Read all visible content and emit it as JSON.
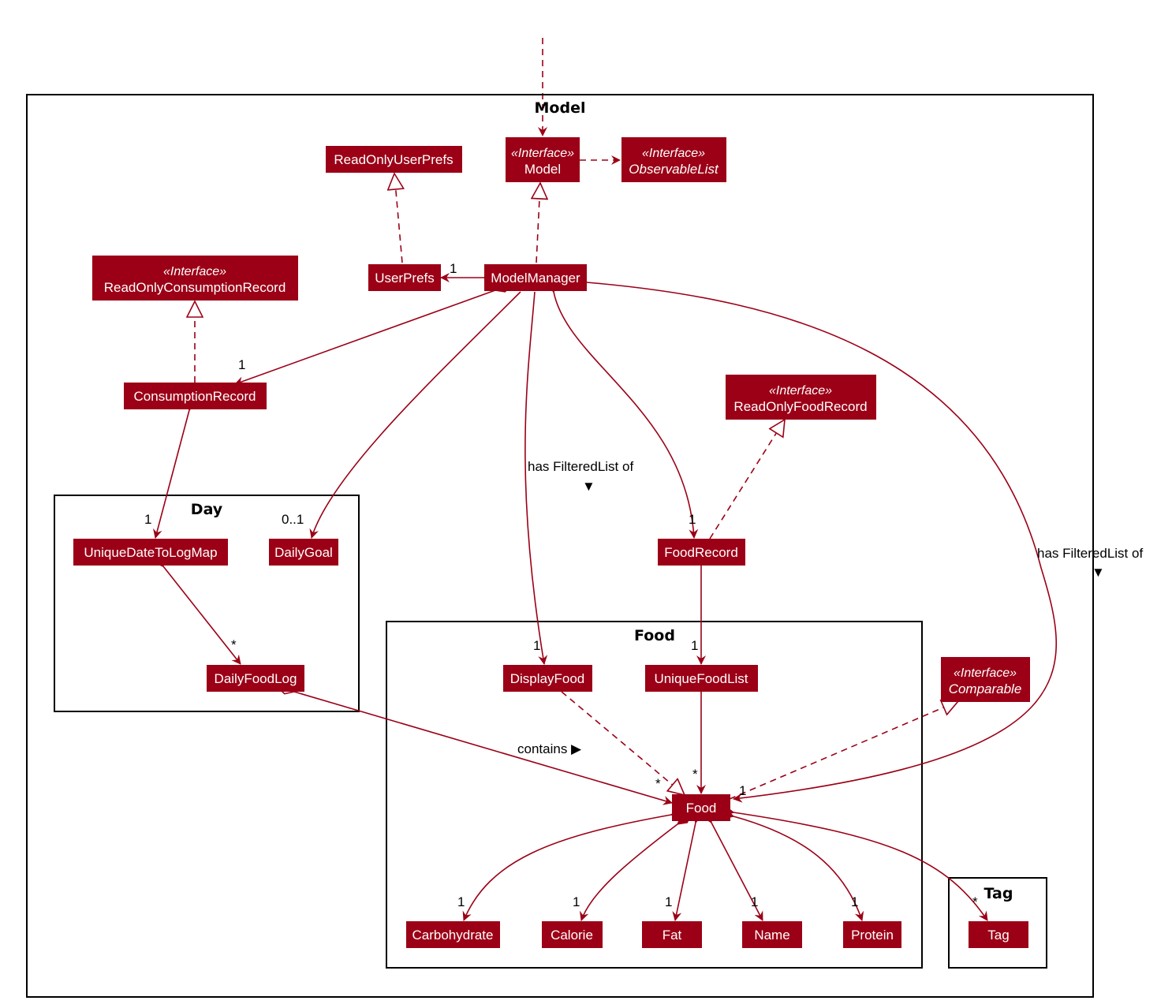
{
  "colors": {
    "class_fill": "#9b0016",
    "line": "#9b0016",
    "text_on_class": "#ffffff",
    "frame": "#000000"
  },
  "packages": {
    "model": "Model",
    "day": "Day",
    "food": "Food",
    "tag": "Tag"
  },
  "stereotype": "«Interface»",
  "classes": {
    "model": "Model",
    "observable_list": "ObservableList",
    "read_only_user_prefs": "ReadOnlyUserPrefs",
    "user_prefs": "UserPrefs",
    "model_manager": "ModelManager",
    "read_only_consumption_record": "ReadOnlyConsumptionRecord",
    "consumption_record": "ConsumptionRecord",
    "read_only_food_record": "ReadOnlyFoodRecord",
    "food_record": "FoodRecord",
    "unique_date_to_log_map": "UniqueDateToLogMap",
    "daily_goal": "DailyGoal",
    "daily_food_log": "DailyFoodLog",
    "display_food": "DisplayFood",
    "unique_food_list": "UniqueFoodList",
    "comparable": "Comparable",
    "food": "Food",
    "carbohydrate": "Carbohydrate",
    "calorie": "Calorie",
    "fat": "Fat",
    "name": "Name",
    "protein": "Protein",
    "tag": "Tag"
  },
  "multiplicities": {
    "user_prefs": "1",
    "consumption_record": "1",
    "unique_date_to_log_map": "1",
    "daily_goal": "0..1",
    "daily_food_log": "*",
    "food_record": "1",
    "display_food": "1",
    "unique_food_list": "1",
    "food_from_unique_list": "*",
    "food_from_display": "*",
    "food_from_manager": "1",
    "carbohydrate": "1",
    "calorie": "1",
    "fat": "1",
    "name": "1",
    "protein": "1",
    "tag": "*"
  },
  "relation_labels": {
    "has_filtered_list_1": "has FilteredList of",
    "has_filtered_list_2": "has FilteredList of",
    "contains": "contains ▶",
    "down_arrow": "▼"
  }
}
